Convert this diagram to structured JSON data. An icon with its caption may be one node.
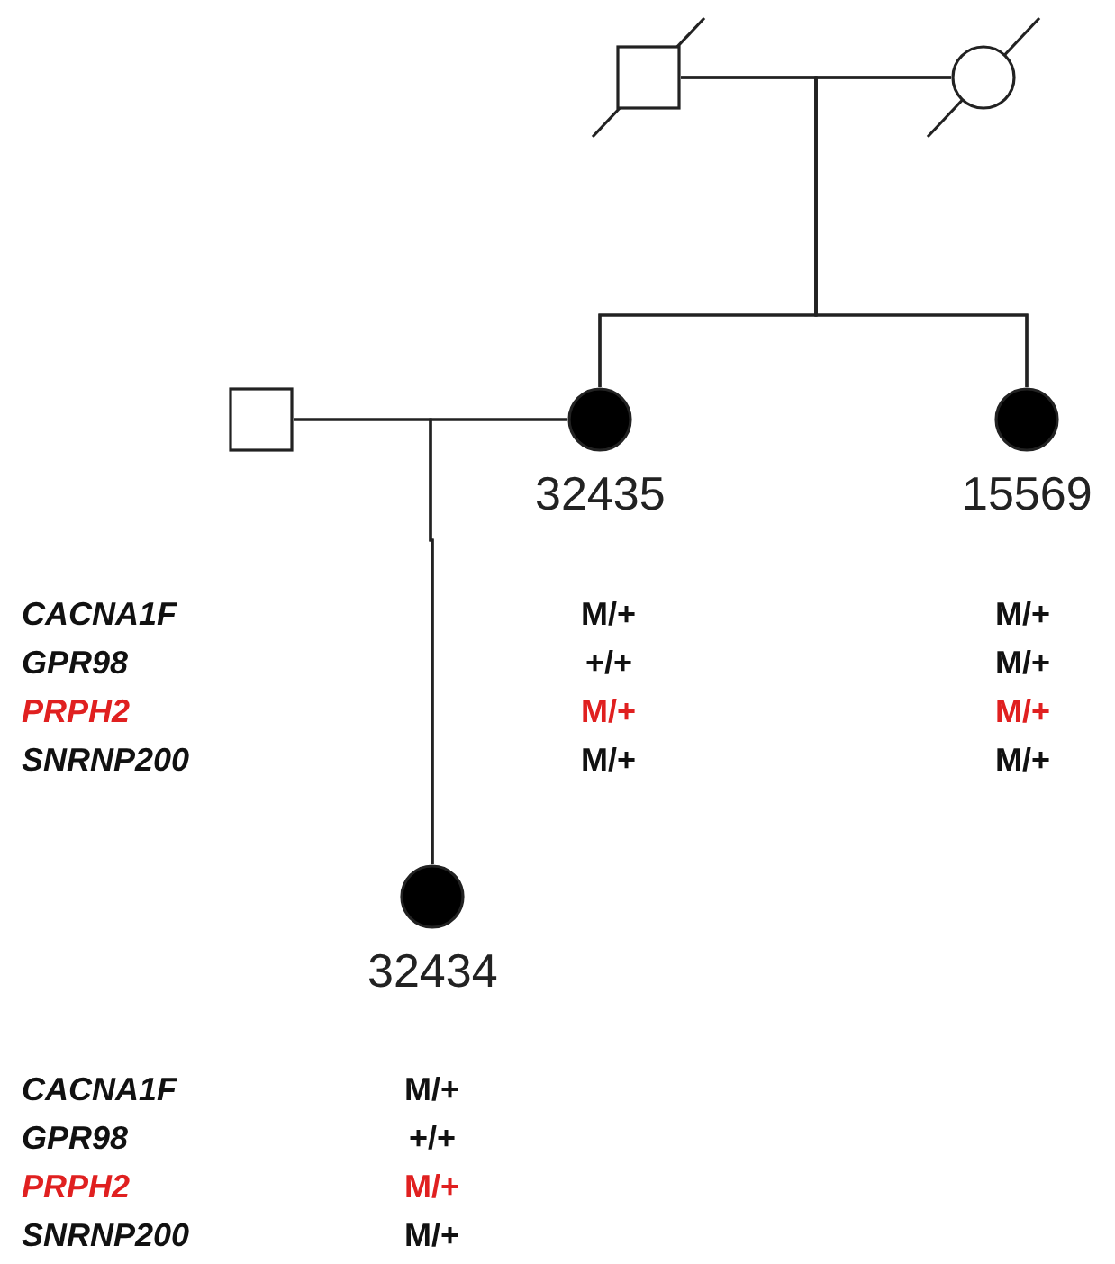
{
  "diagram": {
    "nodes": [
      {
        "text": [],
        "shape": "box"
      },
      {
        "text": [],
        "shape": "circle"
      },
      {
        "text": [],
        "shape": "circle",
        "beside": [
          "32435"
        ]
      },
      {
        "text": [],
        "shape": "circle",
        "beside": [
          "15569"
        ]
      },
      {
        "text": [],
        "shape": "box"
      },
      {
        "text": [],
        "shape": "circle",
        "beside": [
          "32434"
        ]
      }
    ],
    "edges": [
      {
        "from": 0,
        "to": 1,
        "arrow": "none"
      },
      {
        "from": 0,
        "to": 2,
        "arrow": "none"
      },
      {
        "from": 1,
        "to": 2,
        "arrow": "none"
      },
      {
        "from": 0,
        "to": 3,
        "arrow": "none"
      },
      {
        "from": 1,
        "to": 3,
        "arrow": "none"
      },
      {
        "from": 4,
        "to": 2,
        "arrow": "none"
      },
      {
        "from": 4,
        "to": 5,
        "arrow": "none"
      },
      {
        "from": 2,
        "to": 5,
        "arrow": "none"
      }
    ],
    "labels": [
      "CACNA1F",
      "M/+",
      "M/+",
      "GPR98",
      "+/+",
      "M/+",
      "PRPH2",
      "M/+",
      "M/+",
      "SNRNP200",
      "M/+",
      "M/+",
      "CACNA1F",
      "M/+",
      "GPR98",
      "+/+",
      "PRPH2",
      "M/+",
      "SNRNP200",
      "M/+"
    ]
  }
}
